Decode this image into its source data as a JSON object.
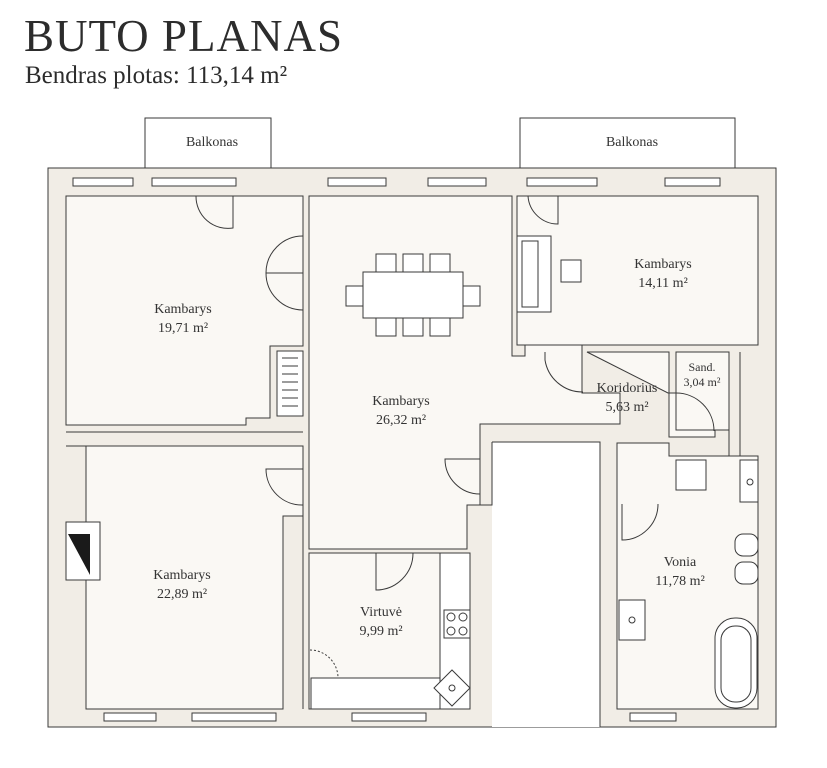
{
  "header": {
    "title": "BUTO PLANAS",
    "total_area": "Bendras plotas: 113,14 m²"
  },
  "balconies": [
    "Balkonas",
    "Balkonas"
  ],
  "rooms": [
    {
      "name": "Kambarys",
      "area": "19,71 m²"
    },
    {
      "name": "Kambarys",
      "area": "26,32 m²"
    },
    {
      "name": "Kambarys",
      "area": "14,11 m²"
    },
    {
      "name": "Koridorius",
      "area": "5,63 m²"
    },
    {
      "name": "Sand.",
      "area": "3,04 m²"
    },
    {
      "name": "Kambarys",
      "area": "22,89 m²"
    },
    {
      "name": "Virtuvė",
      "area": "9,99 m²"
    },
    {
      "name": "Vonia",
      "area": "11,78 m²"
    }
  ],
  "colors": {
    "wall": "#f1ede6",
    "floor": "#faf8f4",
    "line": "#3a3a3a"
  }
}
